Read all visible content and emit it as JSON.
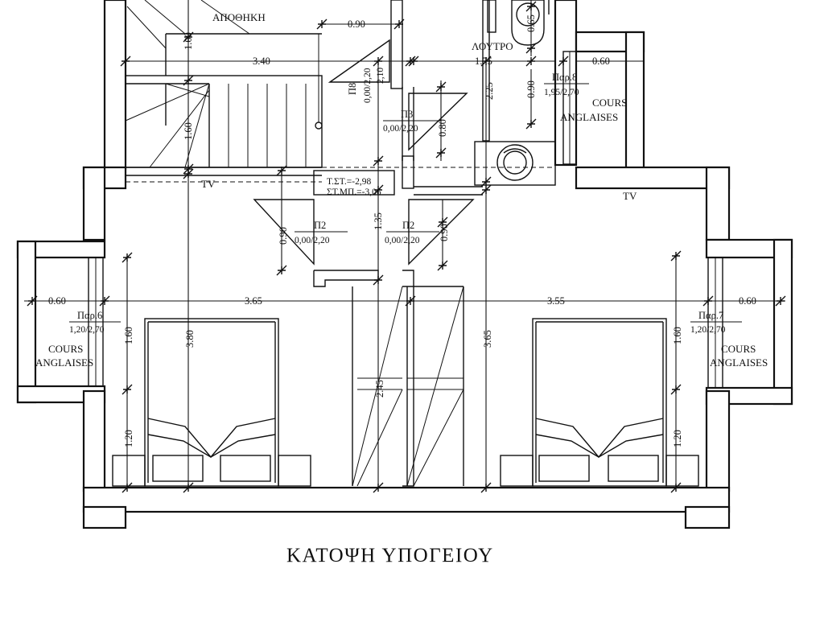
{
  "title": "ΚΑΤΟΨΗ ΥΠΟΓΕΙΟΥ",
  "rooms": {
    "storage": "ΑΠΟΘΗΚΗ",
    "bathroom": "ΛΟΥΤΡΟ",
    "cours_line1": "COURS",
    "cours_line2": "ANGLAISES",
    "tv": "TV"
  },
  "openings": {
    "p8": {
      "name": "Π8",
      "size": "0,00/2,20",
      "extra": "2,10"
    },
    "p3": {
      "name": "Π3",
      "size": "0,00/2,20"
    },
    "p2": {
      "name": "Π2",
      "size": "0,00/2,20"
    },
    "par8": {
      "name": "Παρ.8",
      "size": "1,95/2,70"
    },
    "par6": {
      "name": "Παρ.6",
      "size": "1,20/2,70"
    },
    "par7": {
      "name": "Παρ.7",
      "size": "1,20/2,70"
    }
  },
  "levels": {
    "ts": "Τ.ΣΤ.=-2,98",
    "stmp": "ΣΤ.ΜΠ.=-3,06"
  },
  "dimensions": {
    "d100": "1.00",
    "d090": "0.90",
    "d340": "3.40",
    "d160": "1.60",
    "d065": "0.65",
    "d175": "1.75",
    "d225": "2.25",
    "d060": "0.60",
    "d080": "0.80",
    "d135": "1.35",
    "d365": "3.65",
    "d355": "3.55",
    "d380": "3.80",
    "d245": "2.45",
    "d120": "1.20"
  },
  "colors": {
    "ink": "#111111",
    "paper": "#ffffff"
  }
}
